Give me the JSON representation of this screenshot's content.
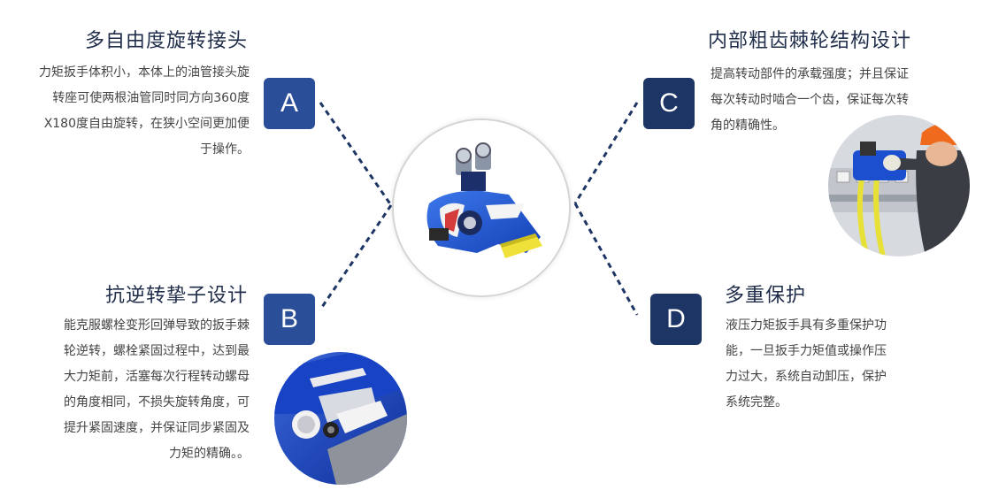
{
  "features": {
    "a": {
      "letter": "A",
      "title": "多自由度旋转接头",
      "lines": [
        "力矩扳手体积小，本体上的油管接头旋",
        "转座可使两根油管同时同方向360度",
        "X180度自由旋转，在狭小空间更加便",
        "于操作。"
      ]
    },
    "b": {
      "letter": "B",
      "title": "抗逆转挚子设计",
      "lines": [
        "能克服螺栓变形回弹导致的扳手棘",
        "轮逆转，螺栓紧固过程中，达到最",
        "大力矩前，活塞每次行程转动螺母",
        "的角度相同，不损失旋转角度，可",
        "提升紧固速度，并保证同步紧固及",
        "力矩的精确。。"
      ]
    },
    "c": {
      "letter": "C",
      "title": "内部粗齿棘轮结构设计",
      "lines": [
        "提高转动部件的承载强度；并且保证",
        "每次转动时啮合一个齿，保证每次转",
        "角的精确性。"
      ]
    },
    "d": {
      "letter": "D",
      "title": "多重保护",
      "lines": [
        "液压力矩扳手具有多重保护功",
        "能，一旦扳手力矩值或操作压",
        "力过大，系统自动卸压，保护",
        "系统完整。"
      ]
    }
  },
  "colors": {
    "badge_blue": "#2a4e97",
    "badge_navy": "#1d3564",
    "connector": "#1d3564",
    "title": "#1f2d4a"
  },
  "images": {
    "center": "hydraulic-torque-wrench",
    "b": "wrench-ratchet-closeup",
    "c": "worker-using-wrench"
  }
}
